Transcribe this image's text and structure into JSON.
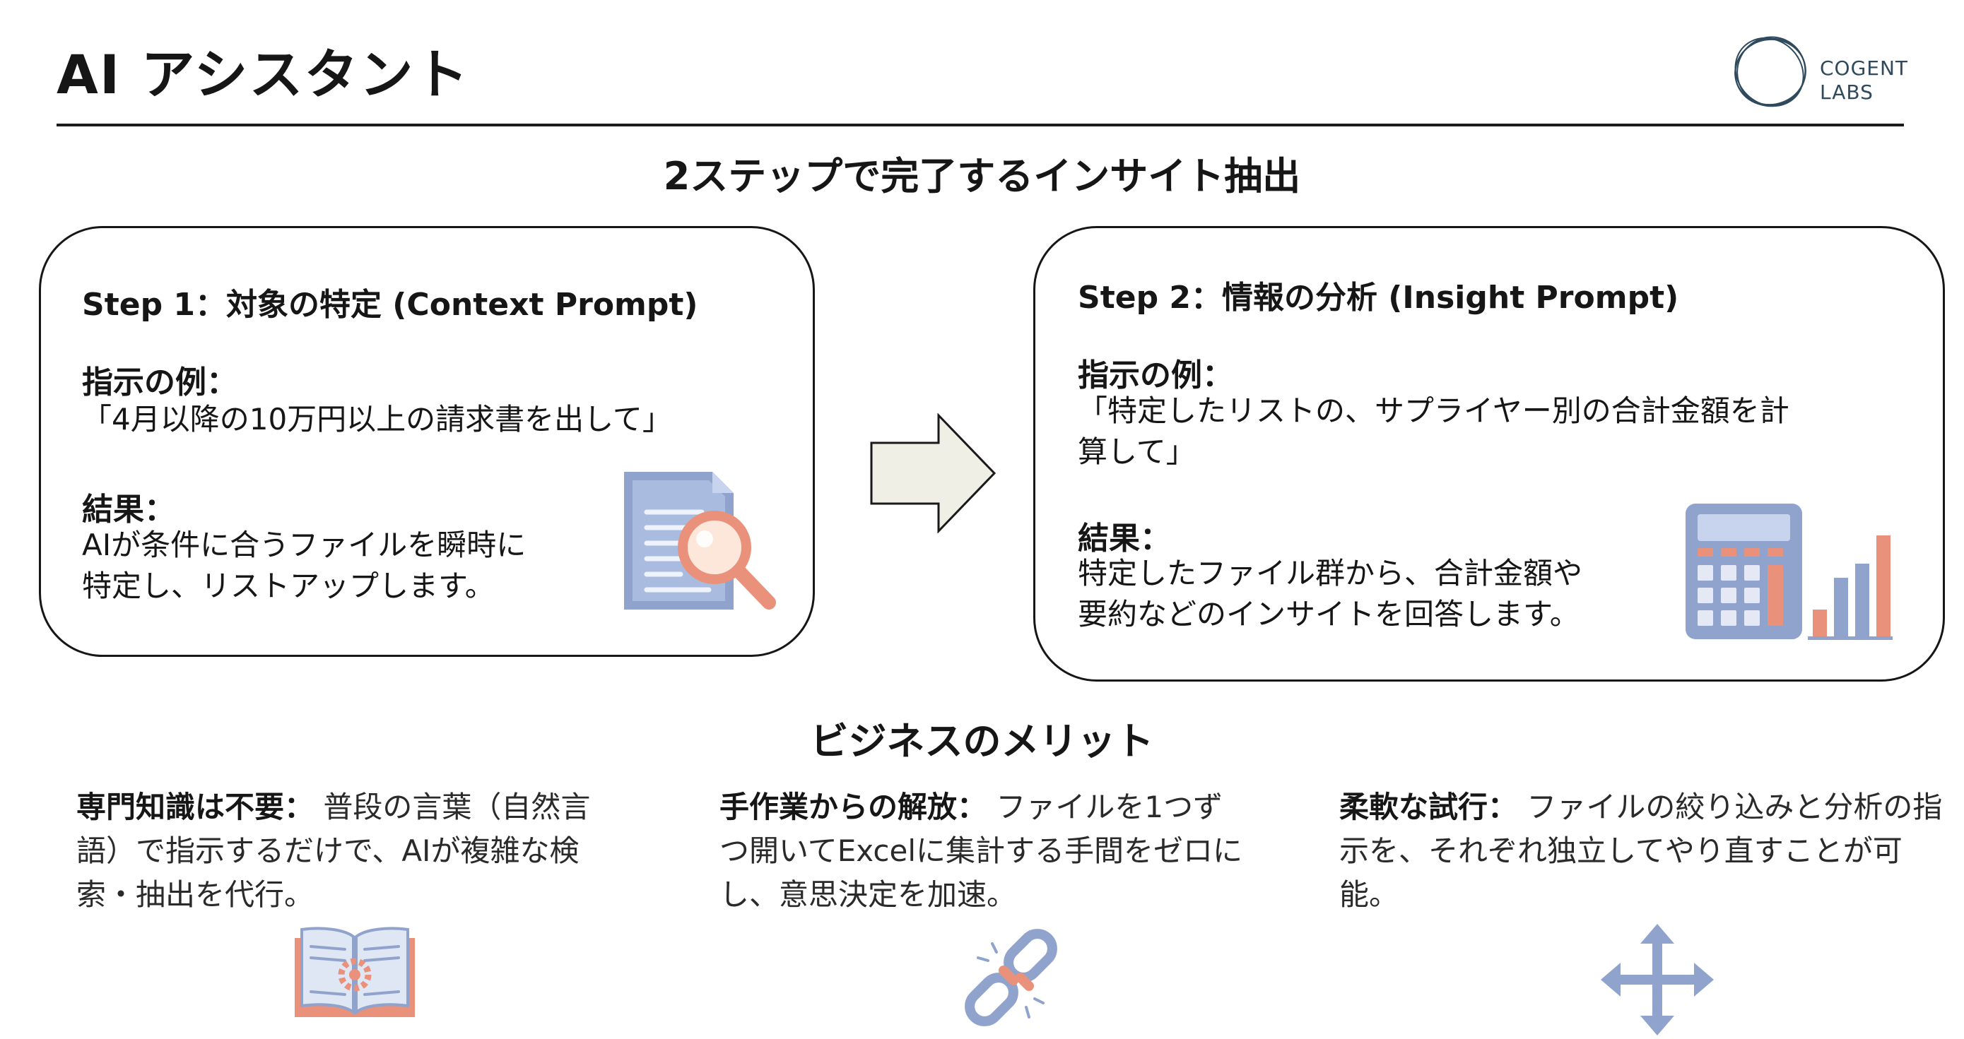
{
  "header": {
    "title": "AI アシスタント",
    "logo": {
      "line1": "COGENT",
      "line2": "LABS"
    }
  },
  "steps_section": {
    "heading": "2ステップで完了するインサイト抽出"
  },
  "steps": [
    {
      "title": "Step 1：対象の特定 (Context Prompt)",
      "example_label": "指示の例：",
      "example_text": "「4月以降の10万円以上の請求書を出して」",
      "result_label": "結果：",
      "result_text": "AIが条件に合うファイルを瞬時に\n特定し、リストアップします。",
      "icon": "document-search-icon"
    },
    {
      "title": "Step 2：情報の分析 (Insight Prompt)",
      "example_label": "指示の例：",
      "example_text": "「特定したリストの、サプライヤー別の合計金額を計\n算して」",
      "result_label": "結果：",
      "result_text": "特定したファイル群から、合計金額や\n要約などのインサイトを回答します。",
      "icon": "calculator-chart-icon"
    }
  ],
  "merits_section": {
    "heading": "ビジネスのメリット"
  },
  "merits": [
    {
      "head": "専門知識は不要：",
      "body": " 普段の言葉（自然言語）で指示するだけで、AIが複雑な検索・抽出を代行。",
      "icon": "open-book-gear-icon"
    },
    {
      "head": "手作業からの解放：",
      "body": " ファイルを1つずつ開いてExcelに集計する手間をゼロにし、意思決定を加速。",
      "icon": "broken-chain-icon"
    },
    {
      "head": "柔軟な試行：",
      "body": " ファイルの絞り込みと分析の指示を、それぞれ独立してやり直すことが可能。",
      "icon": "move-arrows-icon"
    }
  ],
  "colors": {
    "accent_blue": "#8fa3cc",
    "accent_salmon": "#e9917a",
    "arrow_fill": "#efefe6"
  }
}
